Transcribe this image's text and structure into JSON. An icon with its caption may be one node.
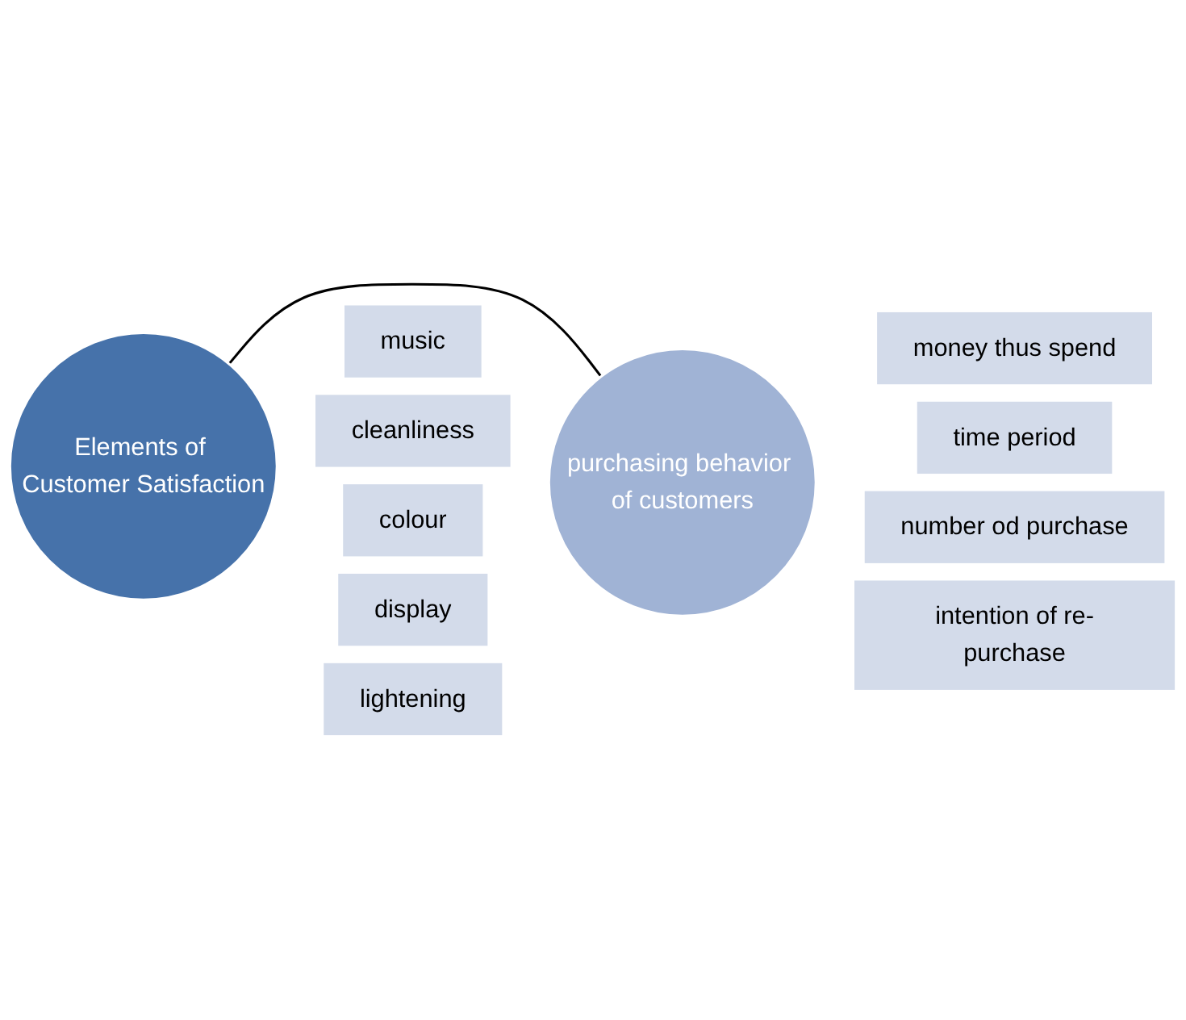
{
  "diagram": {
    "nodes": [
      {
        "text": [
          "Elements of Customer Satisfaction"
        ]
      },
      {
        "text": [
          "lightening"
        ]
      },
      {
        "text": [
          "music"
        ]
      },
      {
        "text": [
          "cleanliness"
        ]
      },
      {
        "text": [
          "colour"
        ]
      },
      {
        "text": [
          "display"
        ]
      },
      {
        "text": [
          "purchasing behavior of customers"
        ]
      },
      {
        "text": [
          "money thus spend"
        ]
      },
      {
        "text": [
          "time period"
        ]
      },
      {
        "text": [
          "number od purchase"
        ]
      },
      {
        "text": [
          "intention of re-purchase"
        ]
      }
    ],
    "edges": [
      {
        "from": 0,
        "to": 6,
        "arrow": "none"
      }
    ]
  }
}
